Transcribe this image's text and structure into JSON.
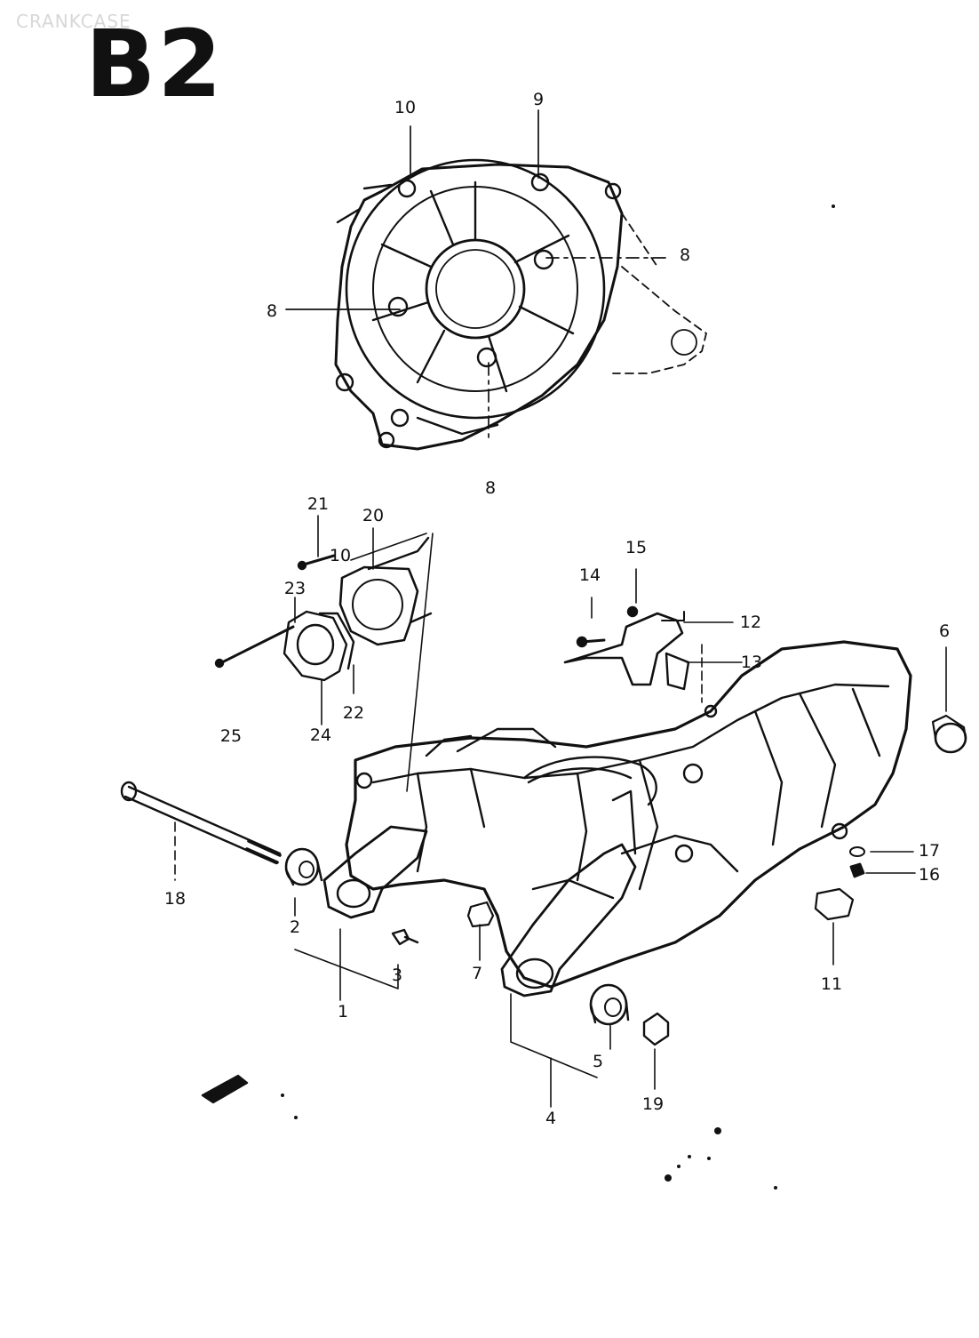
{
  "header": {
    "watermark": "CRANKCASE",
    "section_code": "B2"
  },
  "callouts": [
    {
      "id": "c10a",
      "text": "10"
    },
    {
      "id": "c9",
      "text": "9"
    },
    {
      "id": "c8a",
      "text": "8"
    },
    {
      "id": "c8b",
      "text": "8"
    },
    {
      "id": "c8c",
      "text": "8"
    },
    {
      "id": "c21",
      "text": "21"
    },
    {
      "id": "c20",
      "text": "20"
    },
    {
      "id": "c23",
      "text": "23"
    },
    {
      "id": "c10b",
      "text": "10"
    },
    {
      "id": "c22",
      "text": "22"
    },
    {
      "id": "c24",
      "text": "24"
    },
    {
      "id": "c25",
      "text": "25"
    },
    {
      "id": "c14",
      "text": "14"
    },
    {
      "id": "c15",
      "text": "15"
    },
    {
      "id": "c12",
      "text": "12"
    },
    {
      "id": "c13",
      "text": "13"
    },
    {
      "id": "c6",
      "text": "6"
    },
    {
      "id": "c18",
      "text": "18"
    },
    {
      "id": "c2",
      "text": "2"
    },
    {
      "id": "c3",
      "text": "3"
    },
    {
      "id": "c1",
      "text": "1"
    },
    {
      "id": "c7",
      "text": "7"
    },
    {
      "id": "c17",
      "text": "17"
    },
    {
      "id": "c16",
      "text": "16"
    },
    {
      "id": "c11",
      "text": "11"
    },
    {
      "id": "c5",
      "text": "5"
    },
    {
      "id": "c4",
      "text": "4"
    },
    {
      "id": "c19",
      "text": "19"
    }
  ]
}
